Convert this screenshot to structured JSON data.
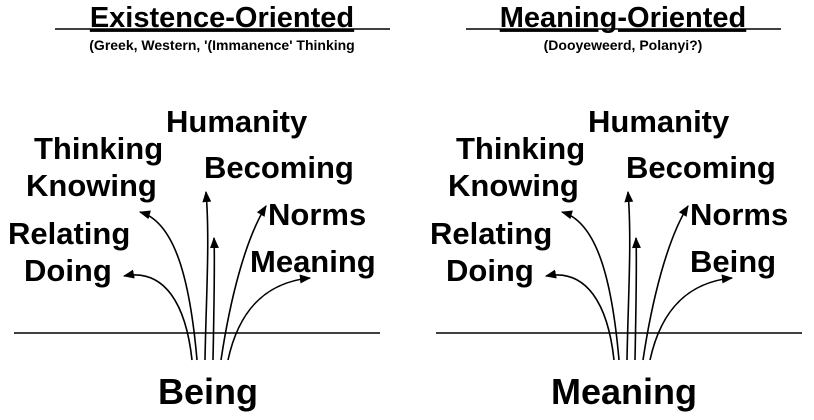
{
  "panels": [
    {
      "title": "Existence-Oriented",
      "subtitle": "(Greek, Western, '(Immanence' Thinking",
      "root": "Being",
      "labels": [
        "Humanity",
        "Thinking",
        "Knowing",
        "Becoming",
        "Norms",
        "Relating",
        "Doing",
        "Meaning"
      ]
    },
    {
      "title": "Meaning-Oriented",
      "subtitle": "(Dooyeweerd, Polanyi?)",
      "root": "Meaning",
      "labels": [
        "Humanity",
        "Thinking",
        "Knowing",
        "Becoming",
        "Norms",
        "Relating",
        "Doing",
        "Being"
      ]
    }
  ],
  "colors": {
    "ink": "#000000",
    "background": "#ffffff"
  }
}
